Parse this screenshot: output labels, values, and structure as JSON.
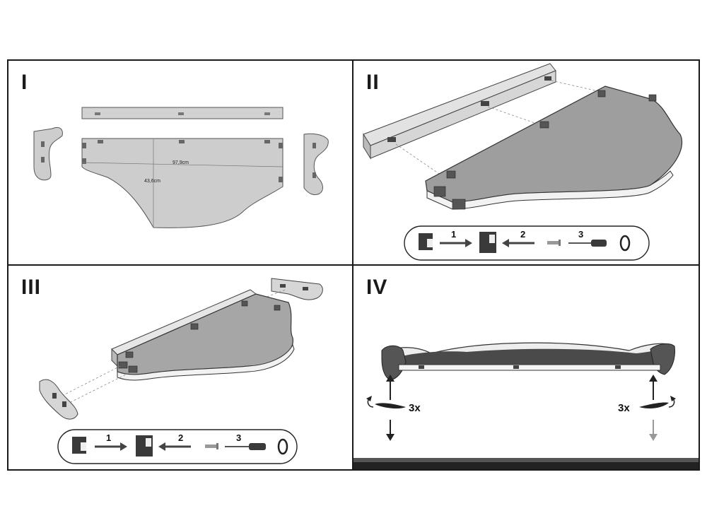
{
  "panels": {
    "p1": {
      "numeral": "I",
      "width_label": "97,9cm",
      "height_label": "43,6cm"
    },
    "p2": {
      "numeral": "II",
      "steps": [
        "1",
        "2",
        "3"
      ]
    },
    "p3": {
      "numeral": "III",
      "steps": [
        "1",
        "2",
        "3"
      ]
    },
    "p4": {
      "numeral": "IV",
      "left_count": "3x",
      "right_count": "3x"
    }
  },
  "colors": {
    "border": "#1a1a1a",
    "board": "#c9c9c9",
    "dark": "#3a3a3a",
    "floor": "#222222"
  },
  "icons": [
    "bracket-icon",
    "arrow-right-icon",
    "arrow-left-icon",
    "dowel-icon",
    "screwdriver-icon",
    "screw-icon"
  ]
}
